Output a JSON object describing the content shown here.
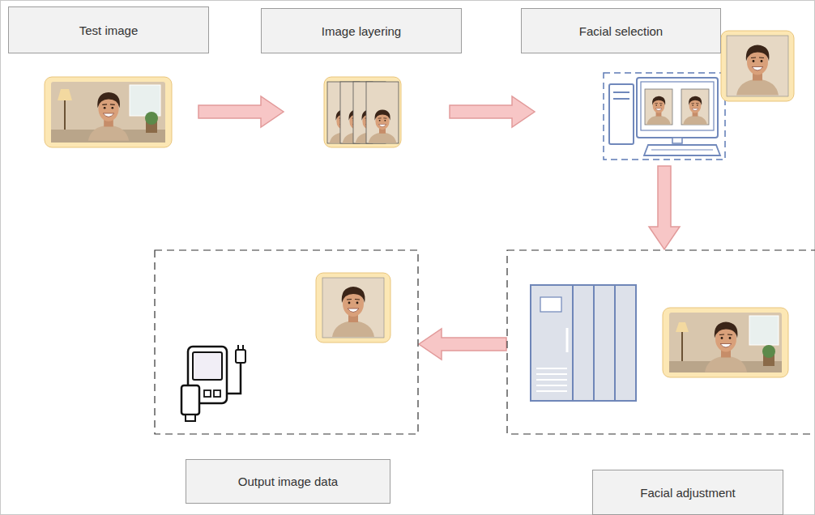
{
  "diagram": {
    "nodes": [
      {
        "text": [
          "Test image"
        ]
      },
      {
        "text": [
          "Image layering"
        ]
      },
      {
        "text": [
          "Facial selection"
        ]
      },
      {
        "text": [
          "Facial adjustment"
        ]
      },
      {
        "text": [
          "Output image data"
        ]
      }
    ],
    "edges": [
      {
        "from": 0,
        "to": 1,
        "arrow": "to"
      },
      {
        "from": 1,
        "to": 2,
        "arrow": "to"
      },
      {
        "from": 2,
        "to": 3,
        "arrow": "to"
      },
      {
        "from": 3,
        "to": 4,
        "arrow": "to"
      }
    ]
  }
}
